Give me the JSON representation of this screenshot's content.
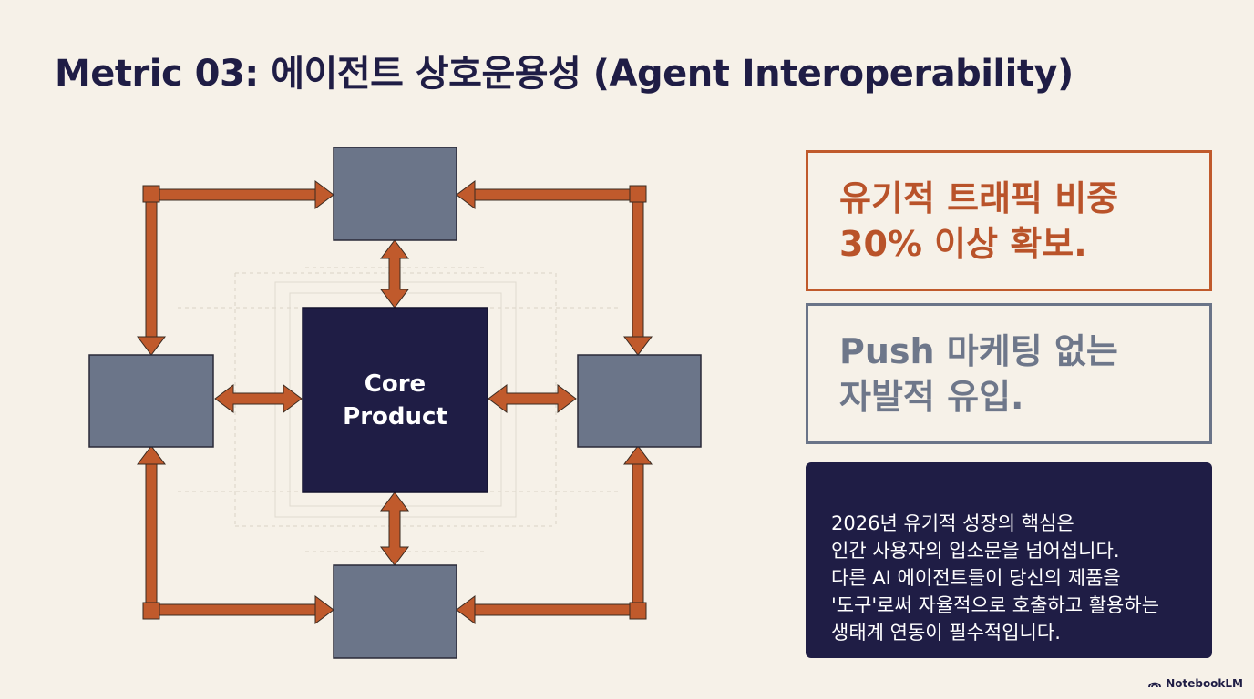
{
  "title": "Metric 03: 에이전트 상호운용성 (Agent Interoperability)",
  "diagram": {
    "core_label": "Core\nProduct"
  },
  "cards": {
    "orange_text": "유기적 트래픽 비중\n30% 이상 확보.",
    "gray_text": "Push 마케팅 없는\n자발적 유입.",
    "dark_text": "2026년 유기적 성장의 핵심은\n인간 사용자의 입소문을 넘어섭니다.\n다른 AI 에이전트들이 당신의 제품을\n'도구'로써 자율적으로 호출하고 활용하는\n생태계 연동이 필수적입니다."
  },
  "brand": {
    "label": "NotebookLM",
    "icon": "notebooklm-logo-icon"
  },
  "colors": {
    "background": "#f6f1e8",
    "navy": "#1f1d45",
    "slate": "#6b7589",
    "orange": "#c05a2c"
  }
}
